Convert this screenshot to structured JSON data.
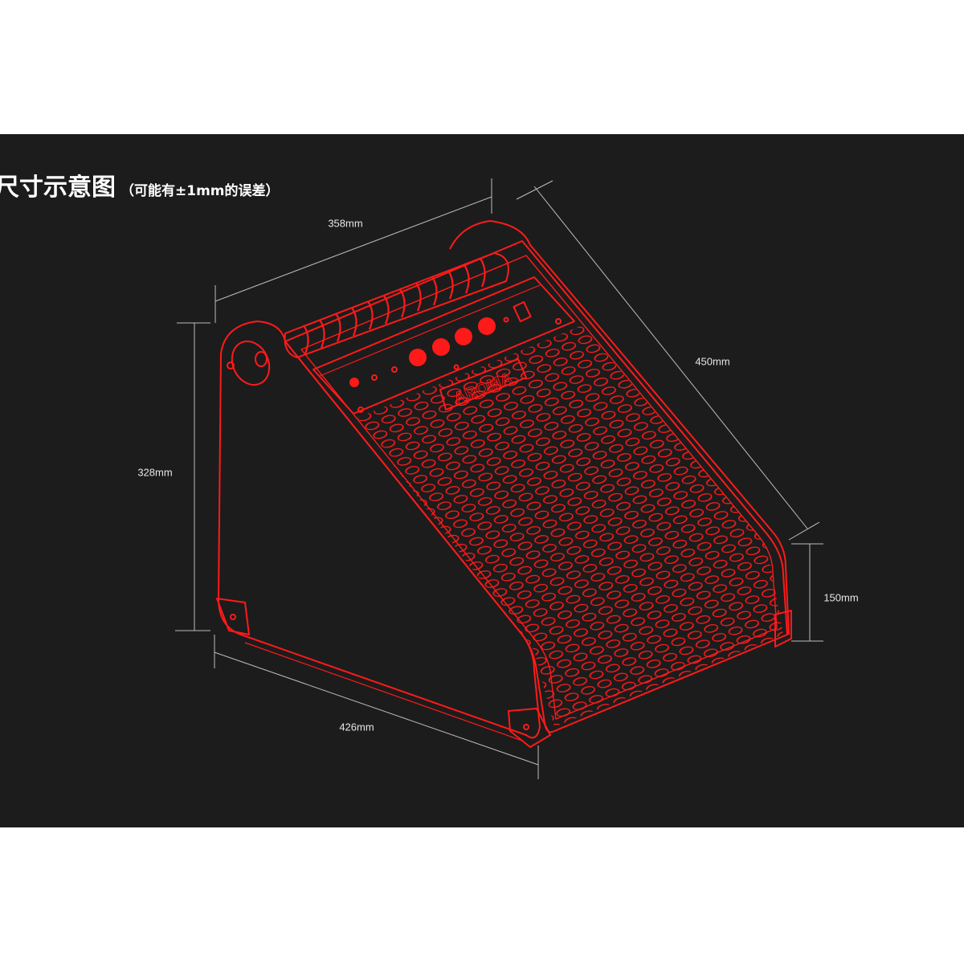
{
  "title": {
    "main": "尺寸示意图",
    "note": "（可能有±1mm的误差）"
  },
  "dimensions": {
    "width_top": "358mm",
    "depth": "450mm",
    "height": "328mm",
    "front_height": "150mm",
    "width_bottom": "426mm"
  },
  "product": {
    "logo": "AROMA"
  },
  "colors": {
    "background": "#1c1c1c",
    "outline": "#ff1a1a",
    "dimension_line": "#bdbdbd"
  }
}
